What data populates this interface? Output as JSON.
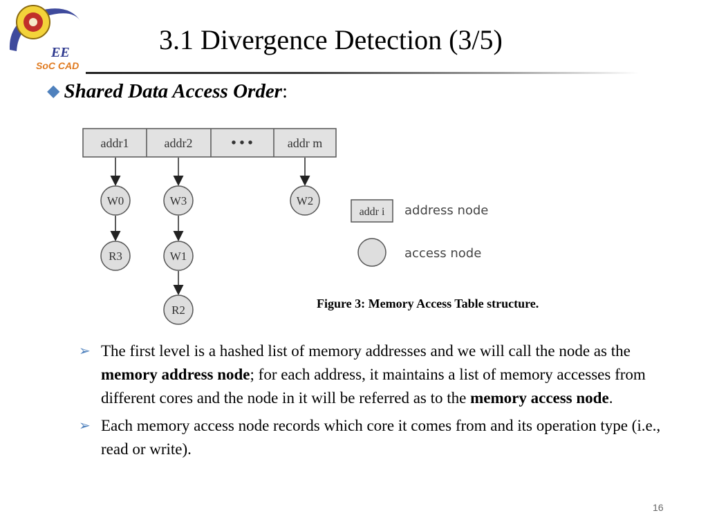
{
  "slide": {
    "title": "3.1 Divergence Detection (3/5)",
    "subheading": "Shared Data Access Order",
    "subheading_suffix": ":",
    "page_number": "16"
  },
  "logo": {
    "text_ee": "EE",
    "text_soc": "SoC CAD"
  },
  "figure": {
    "address_row": [
      "addr1",
      "addr2",
      "• • •",
      "addr m"
    ],
    "access_nodes": {
      "col1": [
        "W0",
        "R3"
      ],
      "col2": [
        "W3",
        "W1",
        "R2"
      ],
      "col4": [
        "W2"
      ]
    },
    "legend": {
      "address_box": "addr i",
      "address_label": "address node",
      "access_label": "access node"
    },
    "caption": "Figure 3: Memory Access Table structure."
  },
  "bullets": [
    {
      "p1": "The first level is a hashed list of memory addresses and we will call the node as the ",
      "b1": "memory address node",
      "p2": "; for each address, it maintains a list of memory accesses from different cores and the node in it will be referred as to the ",
      "b2": "memory access node",
      "p3": "."
    },
    {
      "text": "Each memory access node records which core it comes from and its operation type (i.e., read or write)."
    }
  ],
  "colors": {
    "accent": "#4f81bd",
    "box_fill": "#e2e2e2",
    "node_fill": "#dedede"
  }
}
